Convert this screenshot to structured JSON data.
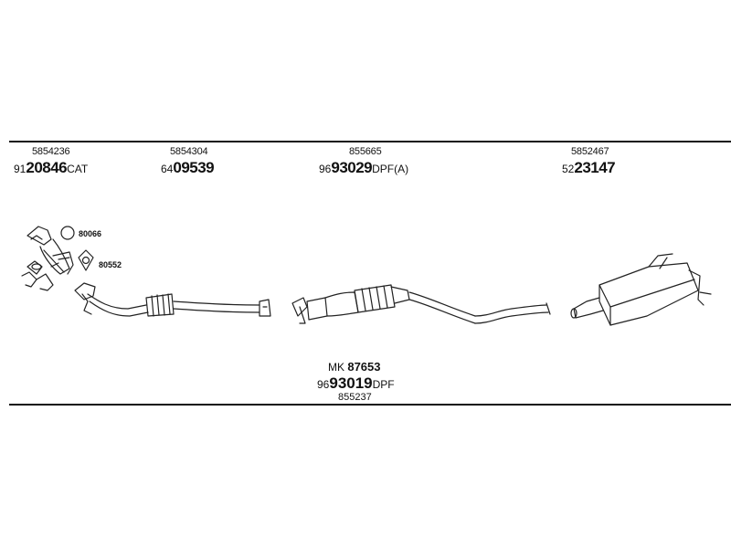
{
  "parts": {
    "catalyst": {
      "oe": "5854236",
      "prefix": "91",
      "number": "20846",
      "suffix": "CAT"
    },
    "front_pipe": {
      "oe": "5854304",
      "prefix": "64",
      "number": "09539",
      "suffix": ""
    },
    "dpf_a": {
      "oe": "855665",
      "prefix": "96",
      "number": "93029",
      "suffix": "DPF(A)"
    },
    "rear_silencer": {
      "oe": "5852467",
      "prefix": "52",
      "number": "23147",
      "suffix": ""
    }
  },
  "small_parts": {
    "ring": "80066",
    "gasket": "80552"
  },
  "kit": {
    "label": "MK",
    "number": "87653",
    "dpf_prefix": "96",
    "dpf_number": "93019",
    "dpf_suffix": "DPF",
    "oe": "855237"
  }
}
